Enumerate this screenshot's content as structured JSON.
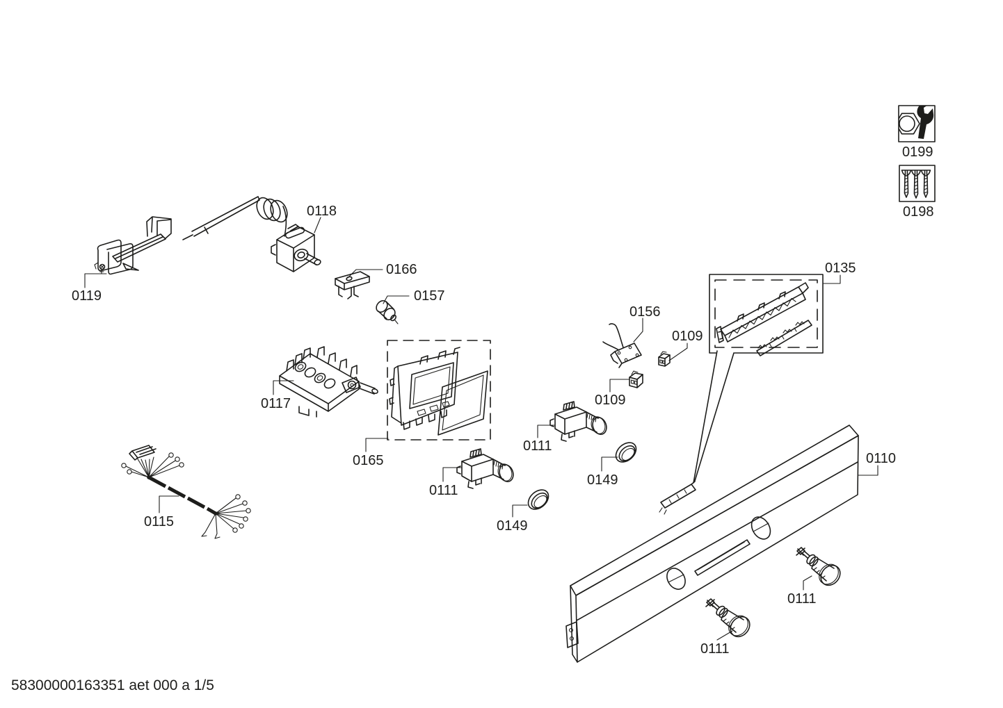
{
  "diagram": {
    "background": "#ffffff",
    "line_color": "#1d1d1b"
  },
  "callouts": {
    "c0109a": "0109",
    "c0109b": "0109",
    "c0110": "0110",
    "c0111a": "0111",
    "c0111b": "0111",
    "c0111c": "0111",
    "c0111d": "0111",
    "c0115": "0115",
    "c0117": "0117",
    "c0118": "0118",
    "c0119": "0119",
    "c0135": "0135",
    "c0149a": "0149",
    "c0149b": "0149",
    "c0156": "0156",
    "c0157": "0157",
    "c0165": "0165",
    "c0166": "0166",
    "c0198": "0198",
    "c0199": "0199"
  },
  "icons": {
    "c0199": "wrench-and-nut-icon",
    "c0198": "screws-icon"
  },
  "footer": {
    "code": "58300000163351 aet 000 a 1/5"
  }
}
